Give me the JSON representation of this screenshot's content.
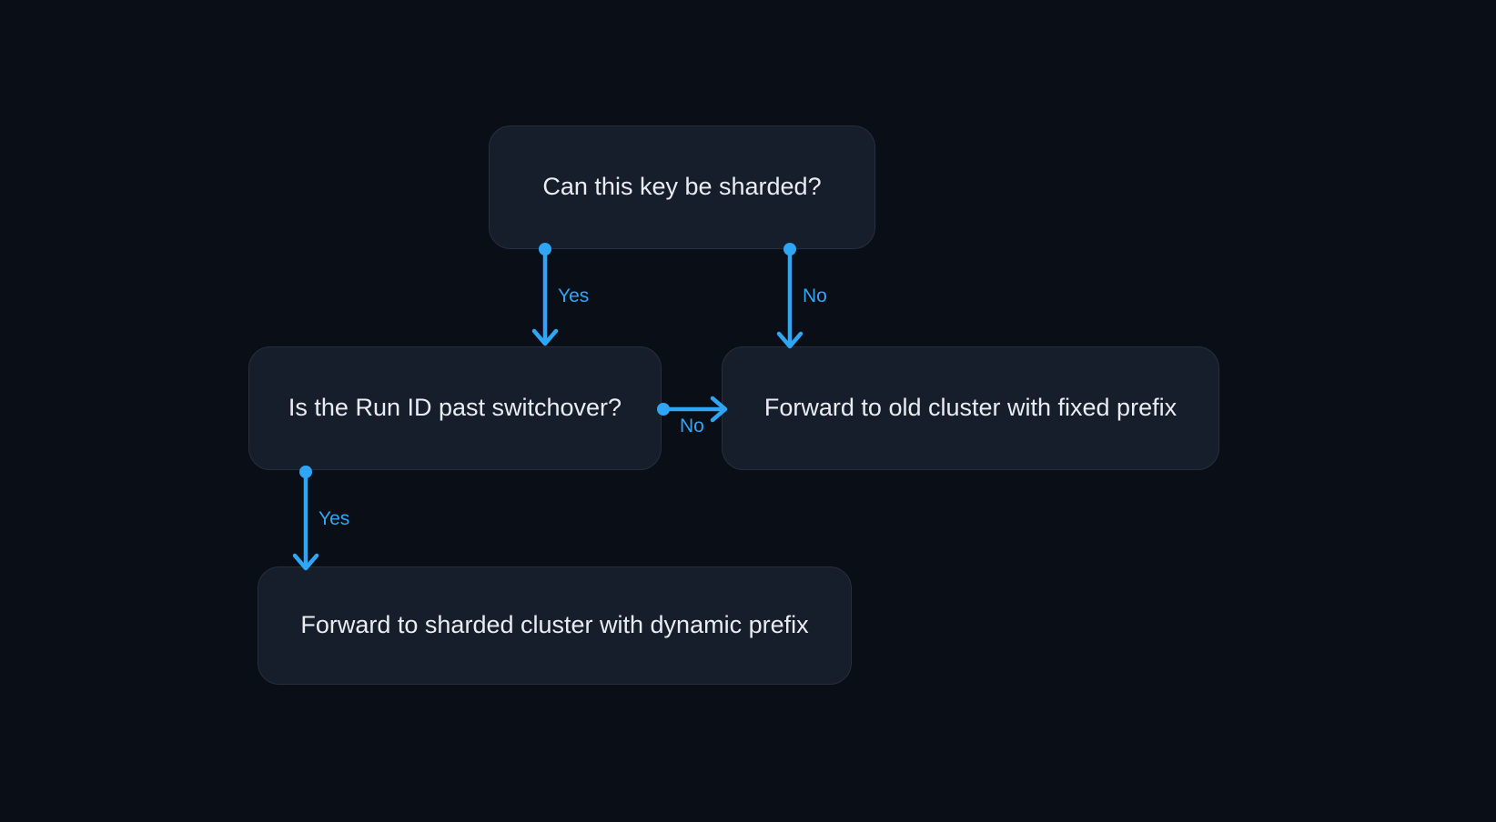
{
  "diagram": {
    "colors": {
      "accent": "#2ea6f5",
      "background": "#0a0e17",
      "node_fill": "#161e2b",
      "node_border": "#272f3e",
      "node_text": "#e9edf2"
    },
    "nodes": [
      {
        "id": "q-shardable",
        "label": "Can this key be sharded?"
      },
      {
        "id": "q-runid-switchover",
        "label": "Is the Run ID past switchover?"
      },
      {
        "id": "old-cluster",
        "label": "Forward to old cluster with fixed prefix"
      },
      {
        "id": "sharded-cluster",
        "label": "Forward to sharded cluster with dynamic prefix"
      }
    ],
    "edges": [
      {
        "from": "q-shardable",
        "to": "q-runid-switchover",
        "label": "Yes"
      },
      {
        "from": "q-shardable",
        "to": "old-cluster",
        "label": "No"
      },
      {
        "from": "q-runid-switchover",
        "to": "old-cluster",
        "label": "No"
      },
      {
        "from": "q-runid-switchover",
        "to": "sharded-cluster",
        "label": "Yes"
      }
    ]
  }
}
